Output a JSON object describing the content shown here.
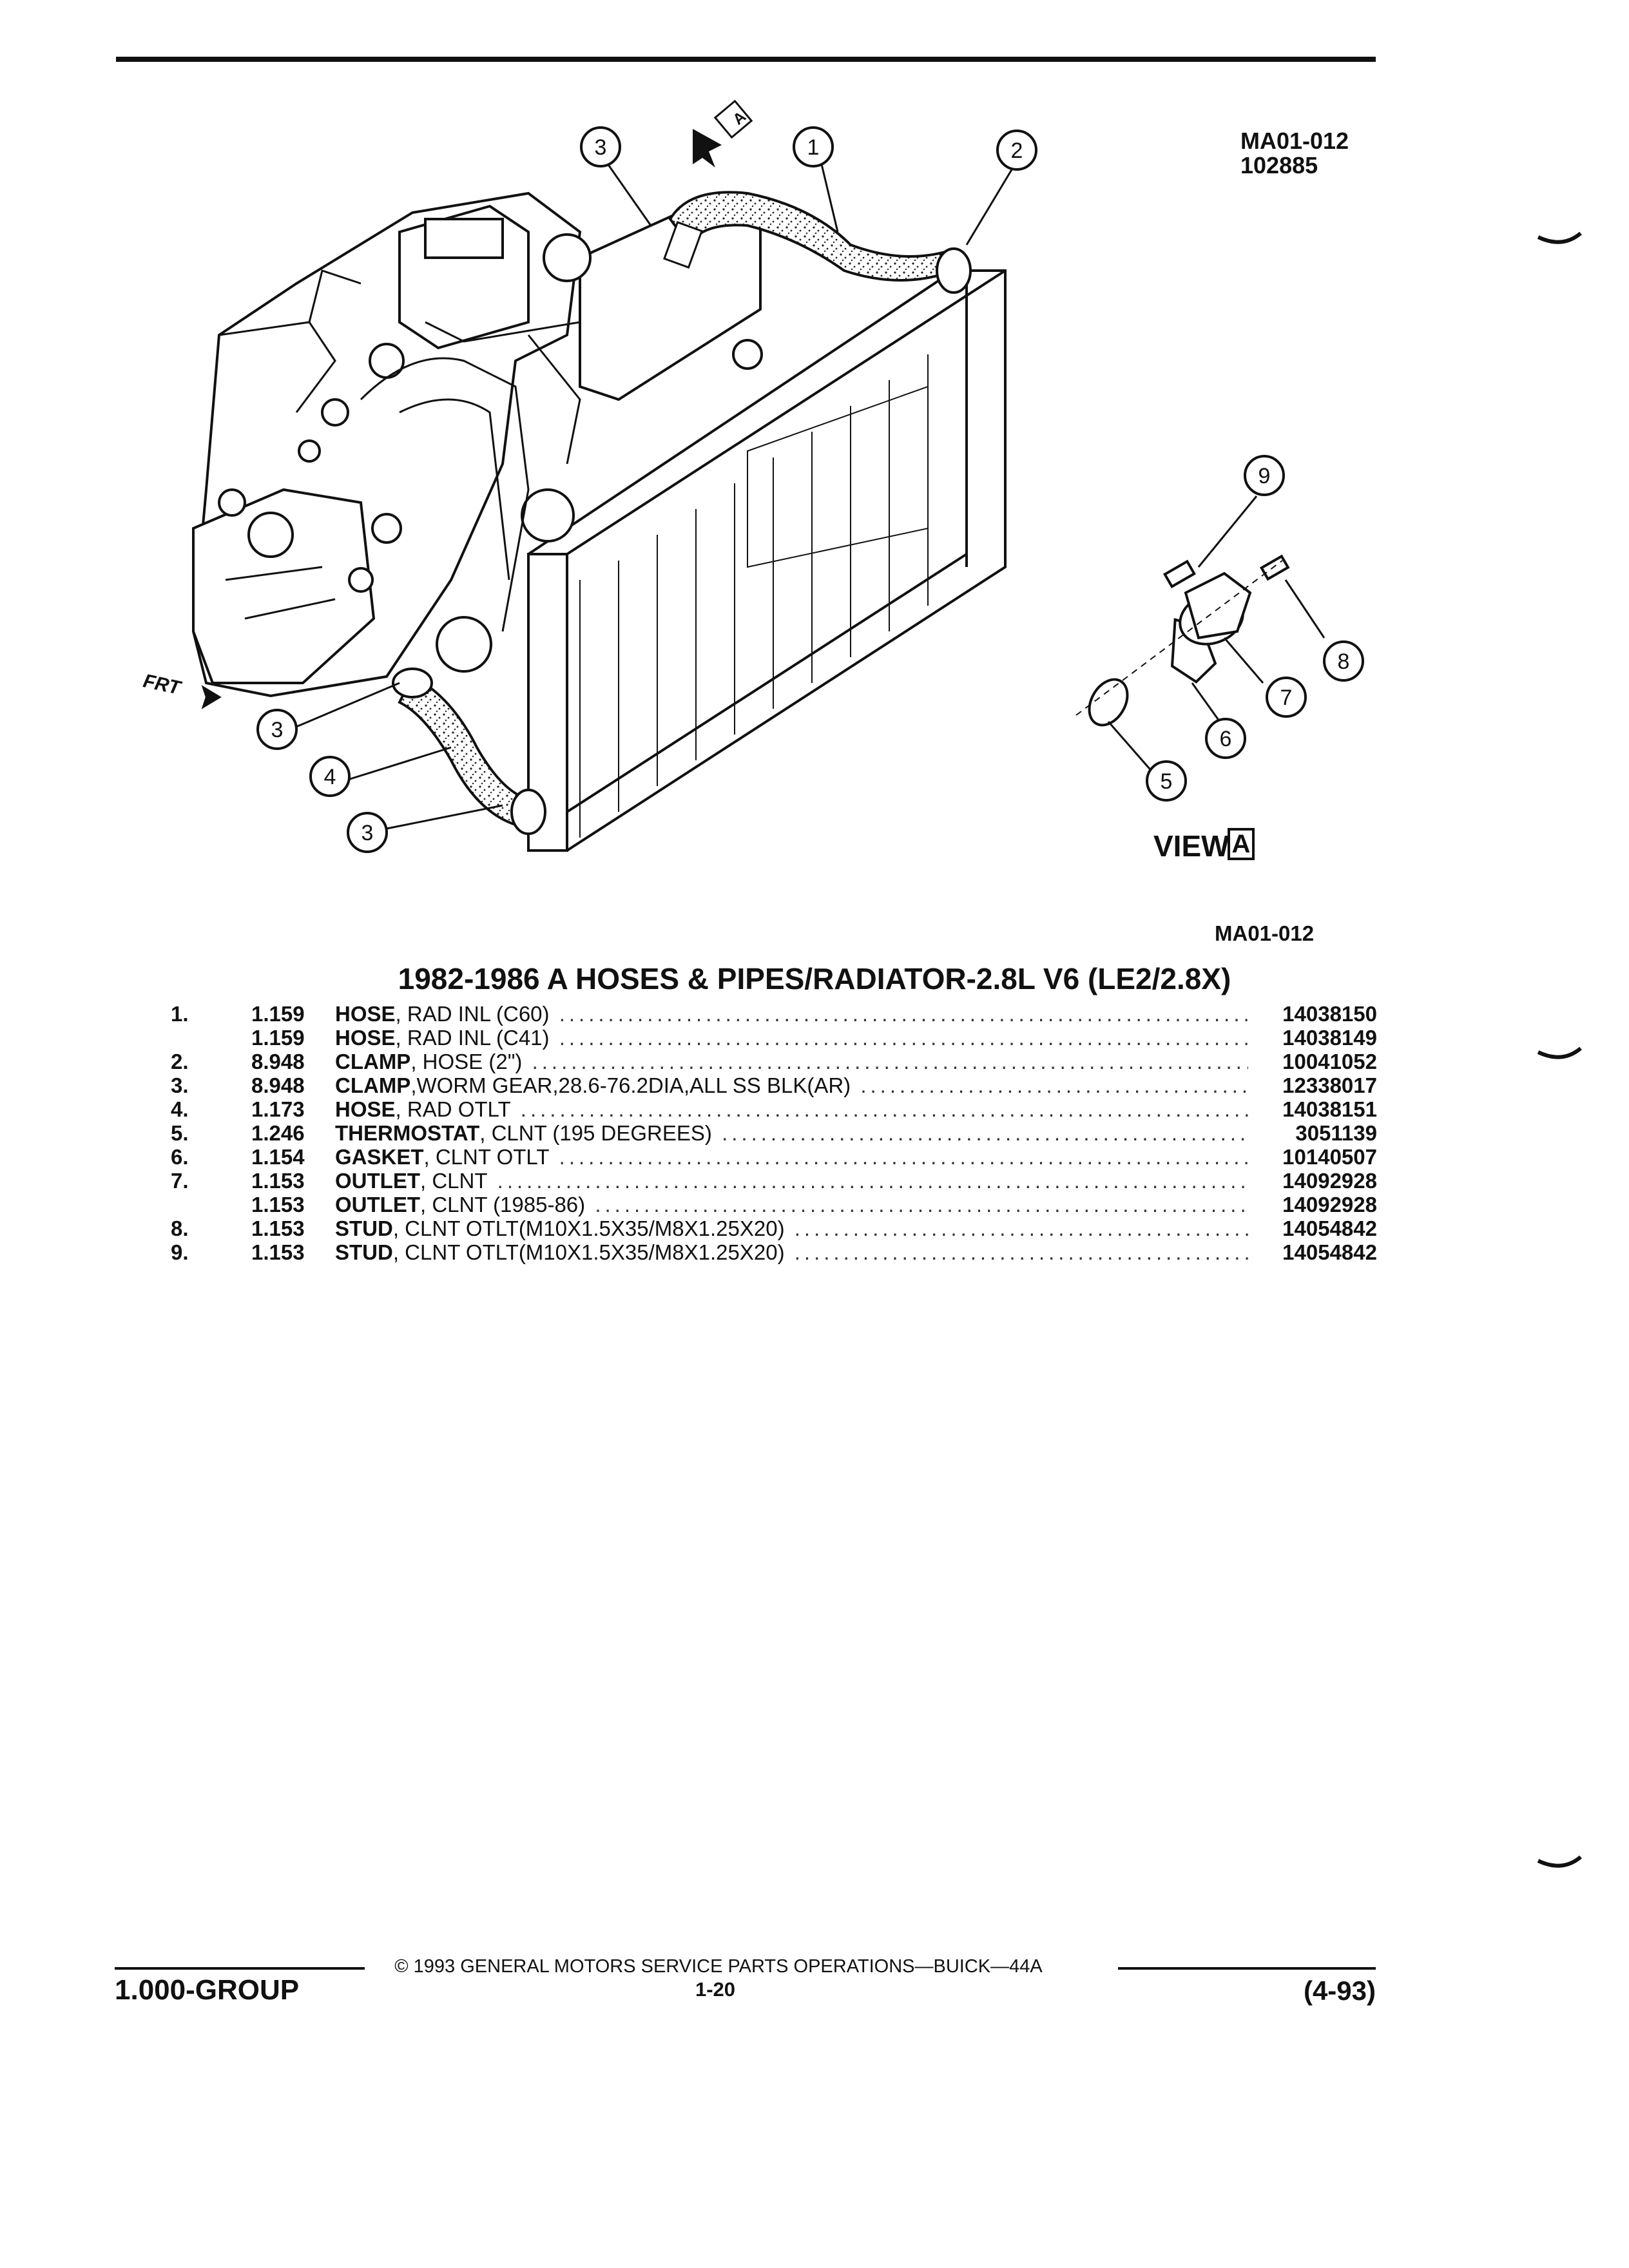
{
  "figure": {
    "code_top": "MA01-012",
    "date_code": "102885",
    "code_bottom": "MA01-012",
    "callouts": [
      "1",
      "2",
      "3",
      "3",
      "3",
      "4",
      "5",
      "6",
      "7",
      "8",
      "9"
    ],
    "view_label": "VIEW",
    "view_letter": "A",
    "view_arrow_letter": "A",
    "front_label": "FRT"
  },
  "title": "1982-1986 A HOSES & PIPES/RADIATOR-2.8L V6 (LE2/2.8X)",
  "parts": [
    {
      "item": "1.",
      "group": "1.159",
      "name": "HOSE",
      "desc": ", RAD INL (C60)",
      "part": "14038150"
    },
    {
      "item": "",
      "group": "1.159",
      "name": "HOSE",
      "desc": ", RAD INL (C41)",
      "part": "14038149"
    },
    {
      "item": "2.",
      "group": "8.948",
      "name": "CLAMP",
      "desc": ", HOSE (2\")",
      "part": "10041052"
    },
    {
      "item": "3.",
      "group": "8.948",
      "name": "CLAMP",
      "desc": ",WORM GEAR,28.6-76.2DIA,ALL SS BLK(AR)",
      "part": "12338017"
    },
    {
      "item": "4.",
      "group": "1.173",
      "name": "HOSE",
      "desc": ", RAD OTLT",
      "part": "14038151"
    },
    {
      "item": "5.",
      "group": "1.246",
      "name": "THERMOSTAT",
      "desc": ", CLNT (195 DEGREES)",
      "part": "3051139"
    },
    {
      "item": "6.",
      "group": "1.154",
      "name": "GASKET",
      "desc": ", CLNT OTLT",
      "part": "10140507"
    },
    {
      "item": "7.",
      "group": "1.153",
      "name": "OUTLET",
      "desc": ", CLNT",
      "part": "14092928"
    },
    {
      "item": "",
      "group": "1.153",
      "name": "OUTLET",
      "desc": ", CLNT (1985-86)",
      "part": "14092928"
    },
    {
      "item": "8.",
      "group": "1.153",
      "name": "STUD",
      "desc": ", CLNT OTLT(M10X1.5X35/M8X1.25X20)",
      "part": "14054842"
    },
    {
      "item": "9.",
      "group": "1.153",
      "name": "STUD",
      "desc": ", CLNT OTLT(M10X1.5X35/M8X1.25X20)",
      "part": "14054842"
    }
  ],
  "footer": {
    "copyright": "© 1993 GENERAL MOTORS SERVICE PARTS OPERATIONS—BUICK—44A",
    "group": "1.000-GROUP",
    "page": "1-20",
    "date": "(4-93)"
  }
}
